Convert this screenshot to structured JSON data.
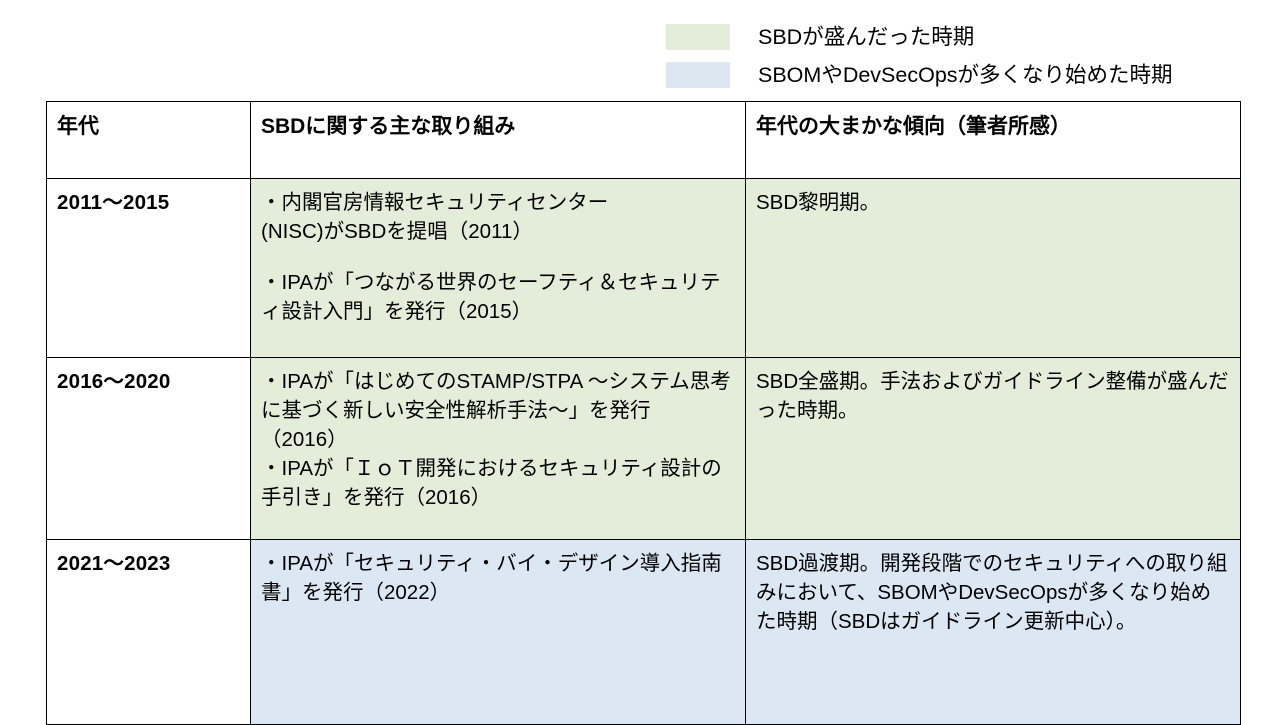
{
  "legend": {
    "items": [
      {
        "swatch_name": "legend-swatch-green",
        "color": "#e2ecd8",
        "label": "SBDが盛んだった時期"
      },
      {
        "swatch_name": "legend-swatch-blue",
        "color": "#dde7f2",
        "label": "SBOMやDevSecOpsが多くなり始めた時期"
      }
    ]
  },
  "table": {
    "headers": {
      "era": "年代",
      "efforts": "SBDに関する主な取り組み",
      "trend": "年代の大まかな傾向（筆者所感）"
    },
    "rows": [
      {
        "era": "2011〜2015",
        "efforts_part1": "・内閣官房情報セキュリティセンター\n(NISC)がSBDを提唱（2011）",
        "efforts_part2": "・IPAが「つながる世界のセーフティ＆セキュリティ設計入門」を発行（2015）",
        "trend": "SBD黎明期。",
        "fill": "#e3edd9"
      },
      {
        "era": "2016〜2020",
        "efforts_part1": "・IPAが「はじめてのSTAMP/STPA 〜システム思考に基づく新しい安全性解析手法〜」を発行（2016）\n・IPAが「ＩｏＴ開発におけるセキュリティ設計の手引き」を発行（2016）",
        "efforts_part2": "",
        "trend": "SBD全盛期。手法およびガイドライン整備が盛んだった時期。",
        "fill": "#e3edd9"
      },
      {
        "era": "2021〜2023",
        "efforts_part1": "・IPAが「セキュリティ・バイ・デザイン導入指南書」を発行（2022）",
        "efforts_part2": "",
        "trend": "SBD過渡期。開発段階でのセキュリティへの取り組みにおいて、SBOMやDevSecOpsが多くなり始めた時期（SBDはガイドライン更新中心）。",
        "fill": "#dce7f4"
      }
    ]
  }
}
